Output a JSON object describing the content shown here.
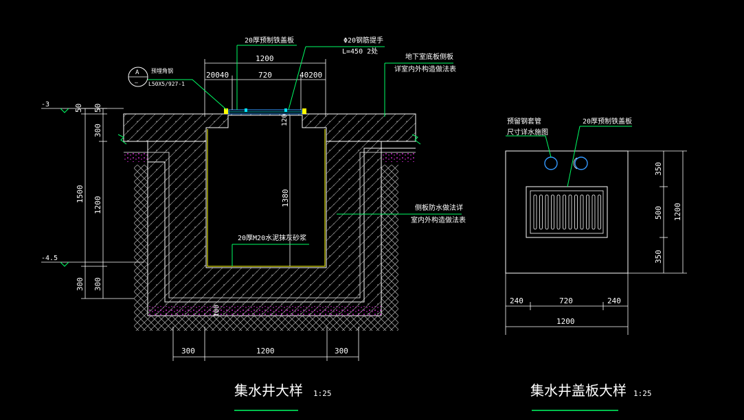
{
  "colors": {
    "background": "#000000",
    "outline": "#ffffff",
    "dimension": "#ffffff",
    "leader": "#00ff66",
    "accent_yellow": "#ffff00",
    "accent_cyan": "#00e5ff",
    "accent_blue": "#3399ff",
    "accent_magenta": "#ff33ff",
    "hatch": "#8f8f8f"
  },
  "section": {
    "labels": {
      "cover_20mm": "20厚预制铁盖板",
      "rebar_handle_1": "Φ20钢筋提手",
      "rebar_handle_2": "L=450 2处",
      "basement_1": "地下室底板侧板",
      "basement_2": "详室内外构造做法表",
      "embedded_1": "预埋角钢",
      "embedded_2": "L50X5/927-1",
      "callout_letter": "A",
      "callout_sub": "—",
      "side_1": "侧板防水做法详",
      "side_2": "室内外构造做法表",
      "mortar": "20厚M20水泥抹灰砂浆",
      "elev_top": "-3",
      "elev_bottom": "-4.5"
    },
    "dims": {
      "top_total": "1200",
      "top_200_40": "20040",
      "top_720": "720",
      "top_40_200": "40200",
      "depth_1380": "1380",
      "lip_120": "120",
      "bottom_300_left": "300",
      "bottom_1200": "1200",
      "bottom_300_right": "300",
      "left_50a": "50",
      "left_50b": "50",
      "left_300_top": "300",
      "left_1500": "1500",
      "left_1200": "1200",
      "left_300_bot_outer": "300",
      "left_300_bot_inner": "300",
      "bottom_slab_100": "100"
    },
    "title": "集水井大样",
    "scale": "1:25"
  },
  "cover_plan": {
    "labels": {
      "pipe_1": "预留钢套管",
      "pipe_2": "尺寸详水施图",
      "cover": "20厚预制铁盖板"
    },
    "dims": {
      "bottom_240_left": "240",
      "bottom_720": "720",
      "bottom_240_right": "240",
      "bottom_total": "1200",
      "right_350_top": "350",
      "right_500": "500",
      "right_350_bot": "350",
      "right_total": "1200"
    },
    "title": "集水井盖板大样",
    "scale": "1:25"
  }
}
